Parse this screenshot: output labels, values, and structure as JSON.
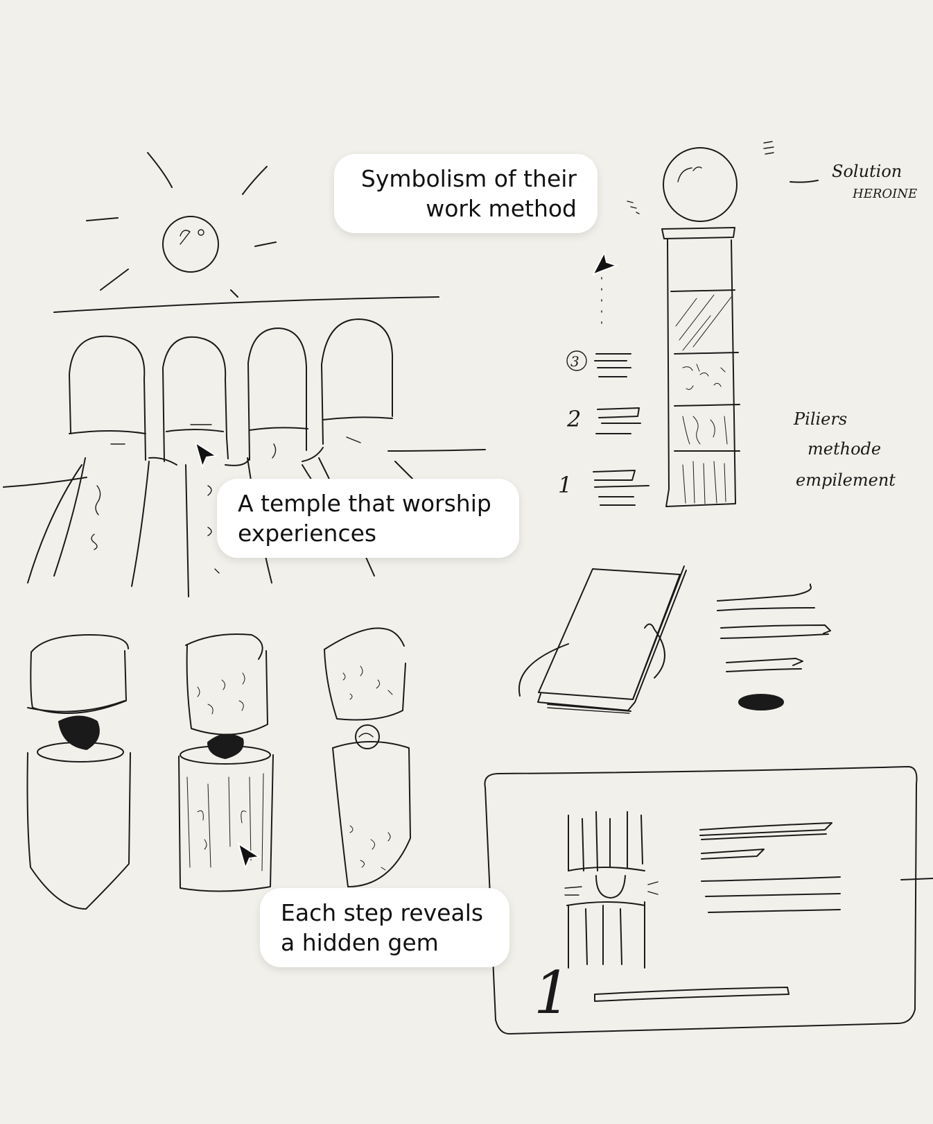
{
  "callouts": {
    "symbolism": "Symbolism of their\nwork method",
    "temple": "A temple that worship\nexperiences",
    "gem": "Each step reveals\na hidden gem"
  },
  "handwritten": {
    "solution_line1": "Solution",
    "solution_line2": "HEROINE",
    "pillar_line1": "Piliers",
    "pillar_line2": "methode",
    "pillar_line3": "empilement",
    "step_numbers": [
      "3",
      "2",
      "1"
    ],
    "card_number": "1"
  },
  "icons": {
    "cursor_1": "cursor-arrow-icon",
    "cursor_2": "cursor-arrow-icon",
    "cursor_3": "cursor-arrow-icon"
  },
  "colors": {
    "background": "#f2f0ea",
    "ink": "#1a1a1a",
    "callout_bg": "#ffffff"
  }
}
